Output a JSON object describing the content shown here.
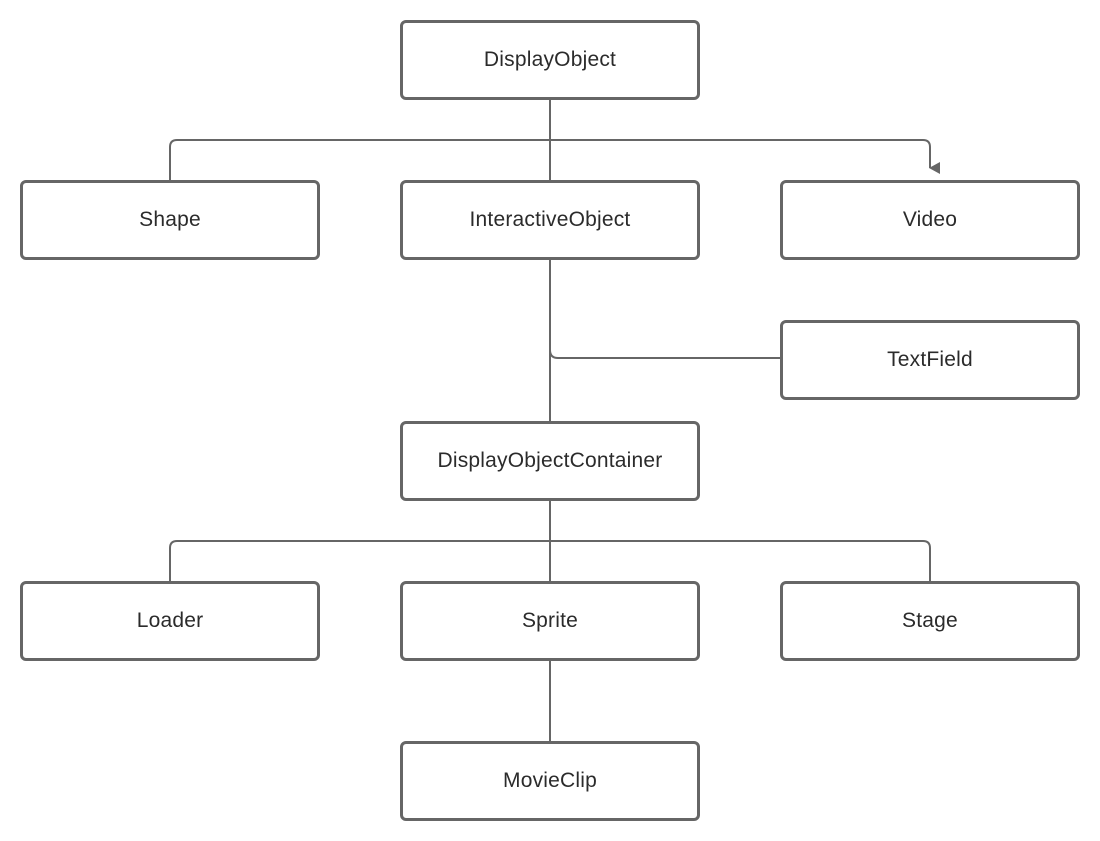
{
  "diagram": {
    "type": "class-hierarchy",
    "line_color": "#666666",
    "nodes": {
      "display_object": "DisplayObject",
      "shape": "Shape",
      "interactive_object": "InteractiveObject",
      "video": "Video",
      "text_field": "TextField",
      "display_object_container": "DisplayObjectContainer",
      "loader": "Loader",
      "sprite": "Sprite",
      "stage": "Stage",
      "movie_clip": "MovieClip"
    },
    "edges": [
      {
        "from": "display_object",
        "to": "shape"
      },
      {
        "from": "display_object",
        "to": "interactive_object"
      },
      {
        "from": "display_object",
        "to": "video",
        "arrow": true
      },
      {
        "from": "interactive_object",
        "to": "text_field"
      },
      {
        "from": "interactive_object",
        "to": "display_object_container"
      },
      {
        "from": "display_object_container",
        "to": "loader"
      },
      {
        "from": "display_object_container",
        "to": "sprite"
      },
      {
        "from": "display_object_container",
        "to": "stage"
      },
      {
        "from": "sprite",
        "to": "movie_clip"
      }
    ]
  }
}
